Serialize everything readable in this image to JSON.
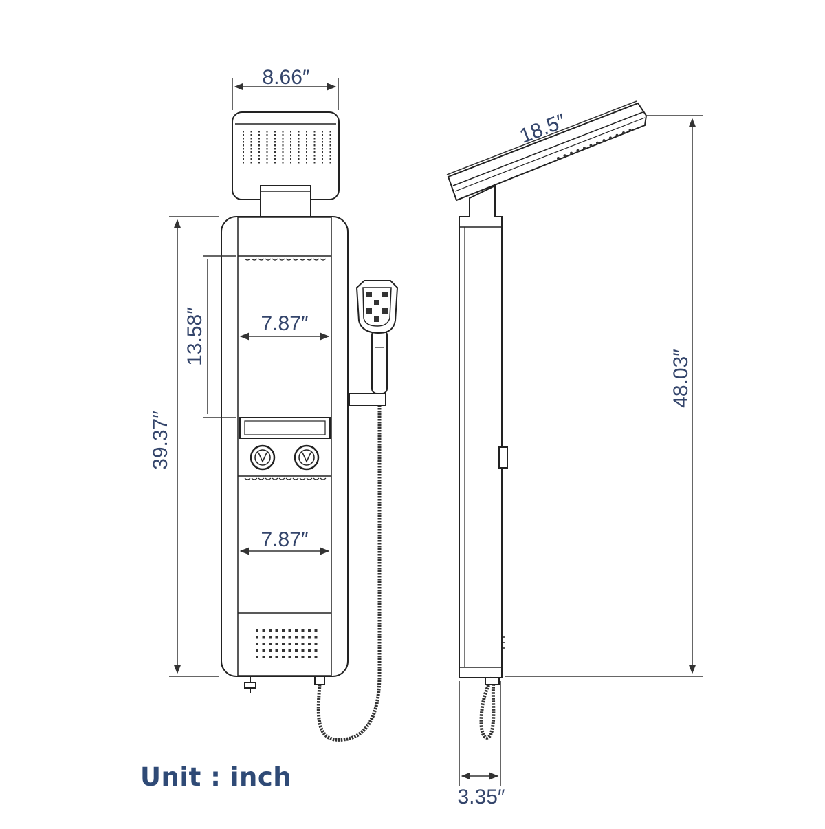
{
  "dimensions": {
    "head_width": "8.66″",
    "panel_width_upper": "7.87″",
    "panel_width_lower": "7.87″",
    "upper_section_height": "13.58″",
    "panel_height": "39.37″",
    "arm_length": "18.5″",
    "total_height": "48.03″",
    "depth": "3.35″"
  },
  "unit_label": "Unit : inch",
  "colors": {
    "dimension_text": "#34456b",
    "unit_text": "#2f4a76",
    "outline": "#222222",
    "dimension_line": "#333333"
  }
}
